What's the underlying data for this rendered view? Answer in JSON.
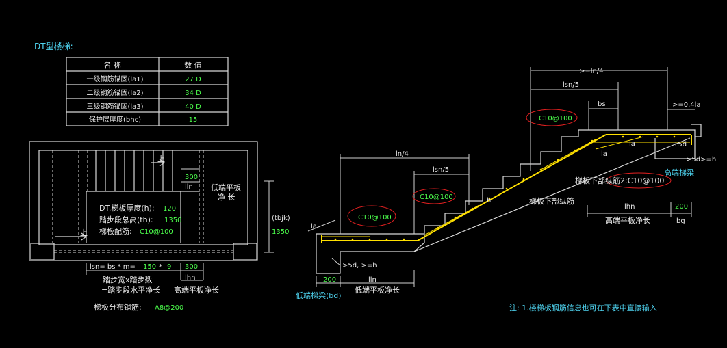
{
  "title": "DT型楼梯:",
  "table": {
    "headers": [
      "名 称",
      "数 值"
    ],
    "rows": [
      {
        "name": "一级钢筋锚固(la1)",
        "value": "27 D"
      },
      {
        "name": "二级钢筋锚固(la2)",
        "value": "34 D"
      },
      {
        "name": "三级钢筋锚固(la3)",
        "value": "40 D"
      },
      {
        "name": "保护层厚度(bhc)",
        "value": "15"
      }
    ]
  },
  "plan": {
    "up_label_top": "上",
    "up_label_left": "上",
    "dim_300_top": "300",
    "label_lln": "lln",
    "low_platform_1": "低端平板",
    "low_platform_2": "净 长",
    "thickness_label": "DT.梯板厚度(h):",
    "thickness_value": "120",
    "height_label": "踏步段总高(th):",
    "height_value": "1350",
    "rebar_label": "梯板配筋:",
    "rebar_value": "C10@100",
    "tbjk": "(tbjk)",
    "dim_1350": "1350",
    "lsn_formula_a": "lsn= bs * m=",
    "lsn_b": "150",
    "lsn_star": "*",
    "lsn_m": "9",
    "dim_300_bottom": "300",
    "label_lhn": "lhn",
    "step_caption_1": "踏步宽x踏步数",
    "step_caption_2": "=踏步段水平净长",
    "high_platform": "高端平板净长",
    "dist_label": "梯板分布钢筋:",
    "dist_value": "A8@200"
  },
  "section": {
    "ln4_top": ">=ln/4",
    "lsn5_top": "lsn/5",
    "bs": "bs",
    "ge04la": ">=0.4la",
    "c10_top": "C10@100",
    "la_right": "la",
    "la_right2": "la",
    "d15": "15d",
    "ge5d_right": ">5d>=h",
    "high_beam": "高端梯梁",
    "bottom_rebar2": "梯板下部纵筋2:C10@100",
    "bottom_rebar": "梯板下部纵筋",
    "lhn": "lhn",
    "dim_200_right": "200",
    "high_platform_len": "高端平板净长",
    "bg": "bg",
    "ln4_left": "ln/4",
    "lsn5_left": "lsn/5",
    "c10_mid": "C10@100",
    "c10_left": "C10@100",
    "h_label": "h",
    "la_left": "la",
    "ge5d_left": ">5d, >=h",
    "dim_200_left": "200",
    "lln": "lln",
    "low_beam": "低端梯梁(bd)",
    "low_platform_len": "低端平板净长"
  },
  "note": "注: 1.楼梯板钢筋信息也可在下表中直接输入"
}
